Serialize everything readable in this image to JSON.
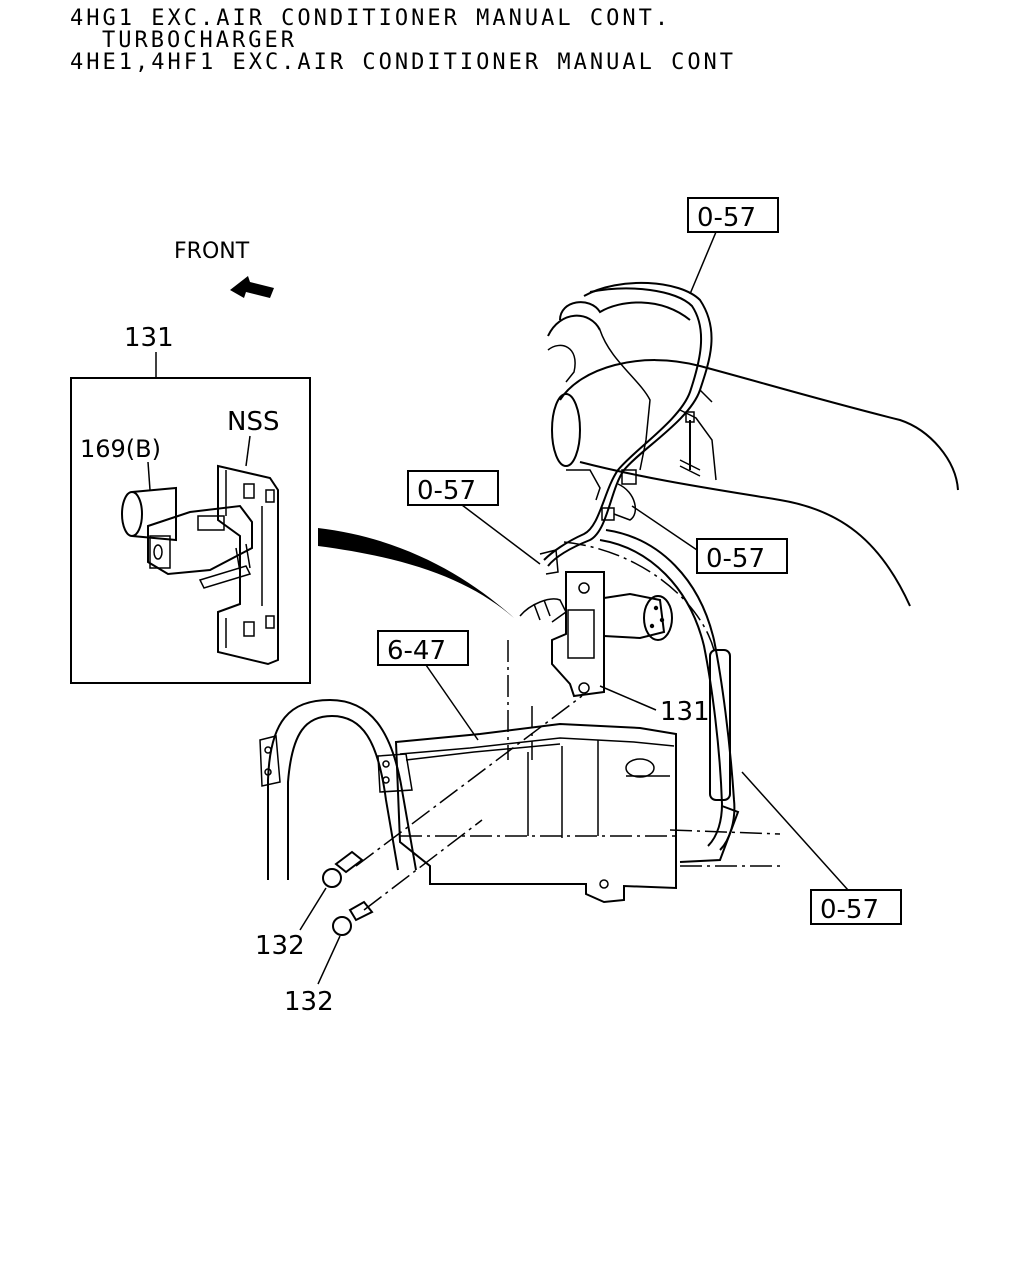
{
  "header": {
    "line1": "4HG1 EXC.AIR CONDITIONER MANUAL CONT.",
    "line2": "TURBOCHARGER",
    "line3": "4HE1,4HF1 EXC.AIR CONDITIONER MANUAL CONT"
  },
  "diagram": {
    "front_label": "FRONT",
    "inset_part": "131",
    "inset_callout_169": "169(B)",
    "inset_callout_nss": "NSS",
    "ref_057_a": "0-57",
    "ref_057_b": "0-57",
    "ref_057_c": "0-57",
    "ref_057_d": "0-57",
    "ref_647": "6-47",
    "part_131": "131",
    "part_132_a": "132",
    "part_132_b": "132"
  }
}
